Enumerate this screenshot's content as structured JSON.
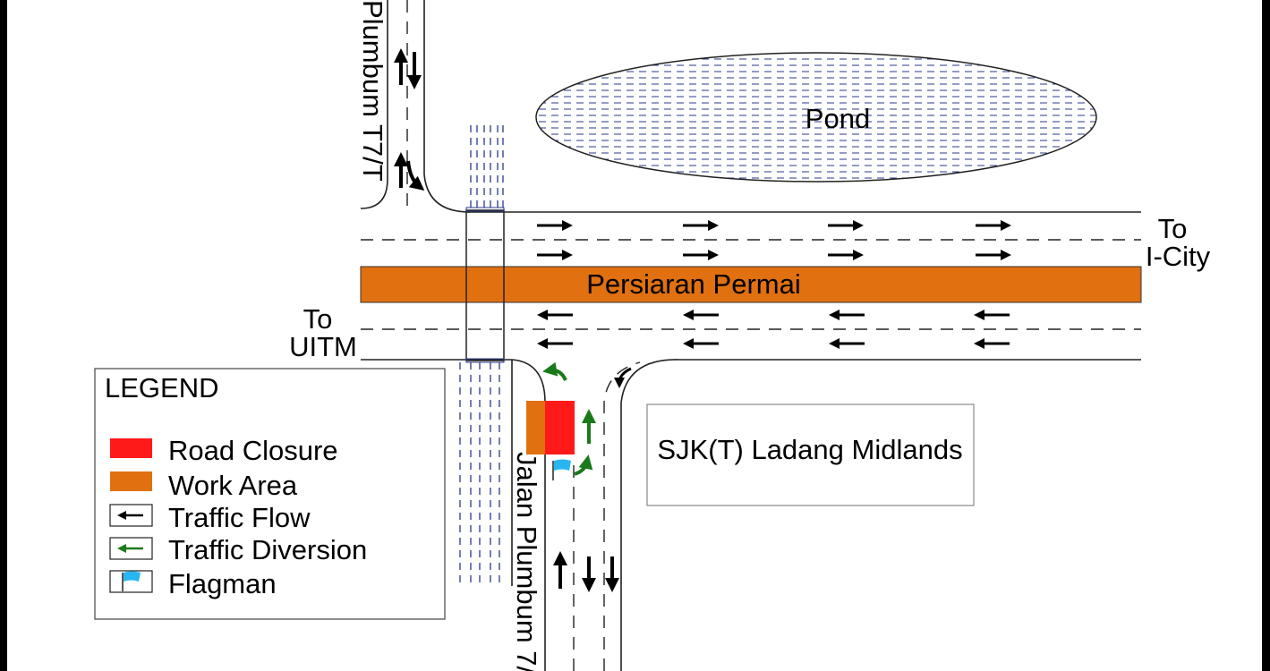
{
  "labels": {
    "pond": "Pond",
    "main_road": "Persiaran Permai",
    "to_icity_1": "To",
    "to_icity_2": "I-City",
    "to_uitm_1": "To",
    "to_uitm_2": "UITM",
    "north_road": "Plumbum T7/T",
    "south_road": "Jalan Plumbum 7/",
    "school": "SJK(T) Ladang Midlands"
  },
  "legend": {
    "title": "LEGEND",
    "items": [
      {
        "label": "Road Closure",
        "color": "#ff1a1a"
      },
      {
        "label": "Work Area",
        "color": "#e07010"
      },
      {
        "label": "Traffic Flow",
        "color": "#000000"
      },
      {
        "label": "Traffic Diversion",
        "color": "#1a7a1a"
      },
      {
        "label": "Flagman",
        "color": "#29b6f0"
      }
    ]
  }
}
